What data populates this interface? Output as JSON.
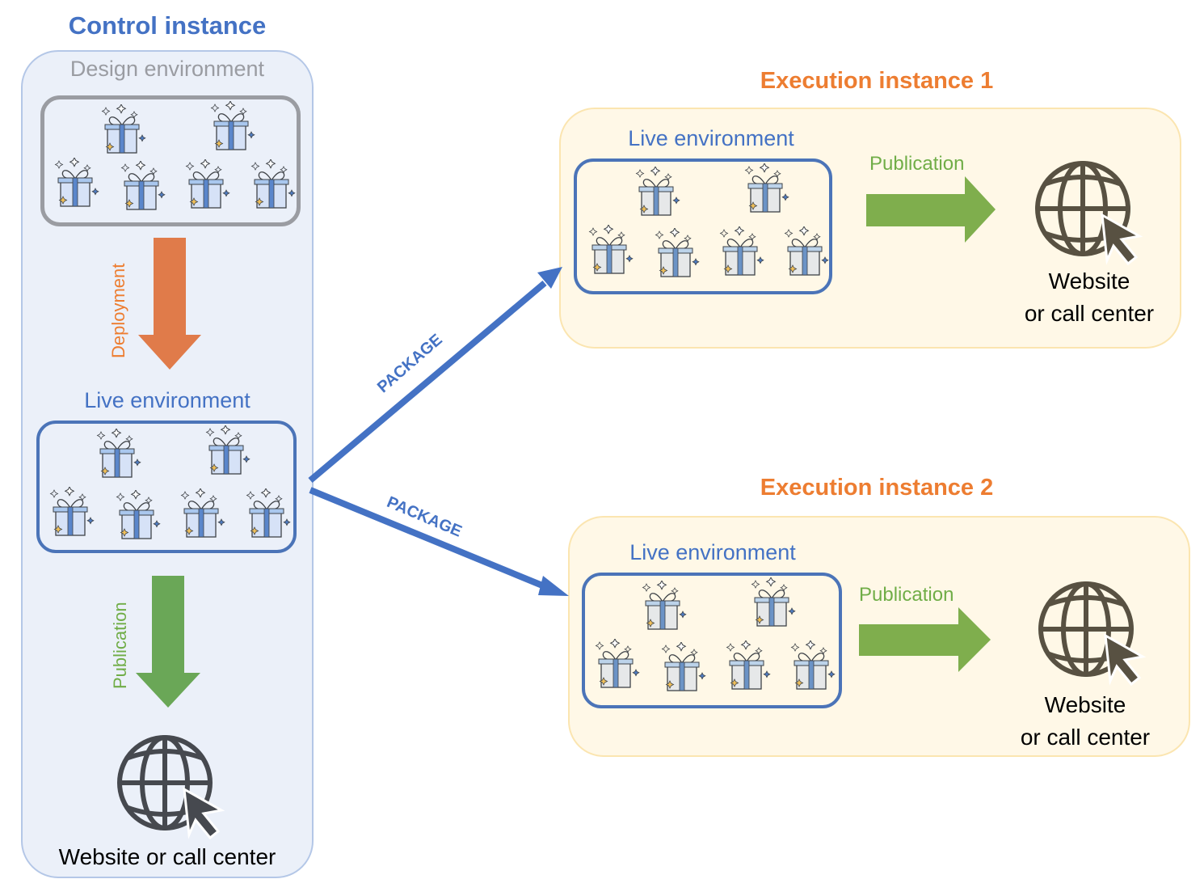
{
  "control": {
    "title": "Control instance",
    "design_env_label": "Design environment",
    "deployment_label": "Deployment",
    "live_env_label": "Live environment",
    "publication_label": "Publication",
    "endpoint_label": "Website or call center"
  },
  "package_labels": [
    "PACKAGE",
    "PACKAGE"
  ],
  "executions": [
    {
      "title": "Execution instance 1",
      "live_env_label": "Live environment",
      "publication_label": "Publication",
      "endpoint_line1": "Website",
      "endpoint_line2": "or call center"
    },
    {
      "title": "Execution instance 2",
      "live_env_label": "Live environment",
      "publication_label": "Publication",
      "endpoint_line1": "Website",
      "endpoint_line2": "or call center"
    }
  ],
  "icons": {
    "item": "gift-box-icon",
    "endpoint": "globe-cursor-icon"
  },
  "colors": {
    "blue": "#4472c4",
    "orange": "#ed7d31",
    "green": "#70ad47",
    "gray": "#9a9ca2",
    "control_bg": "#ebf0f9",
    "exec_bg": "#fff8e7"
  }
}
